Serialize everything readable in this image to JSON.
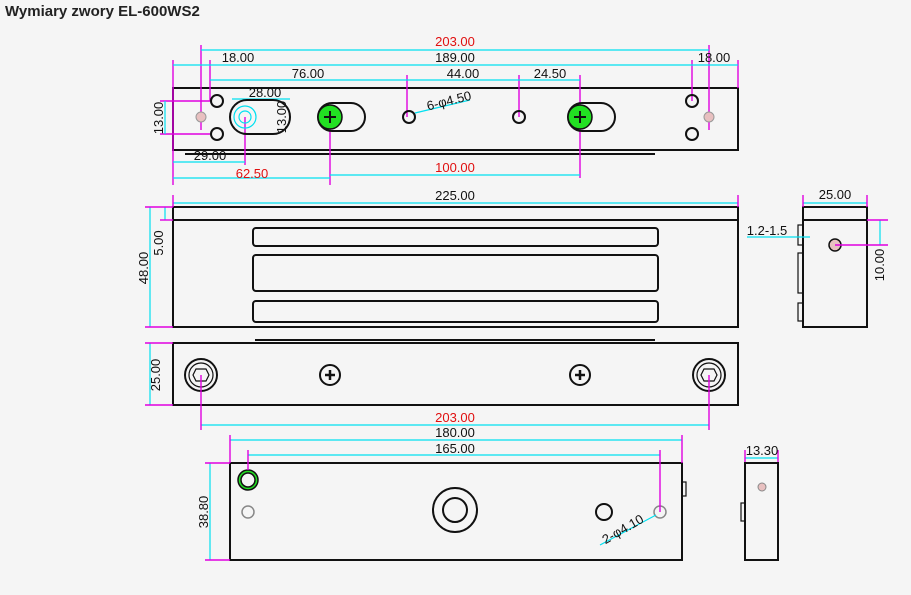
{
  "title": "Wymiary zwory EL-600WS2",
  "colors": {
    "dimension_line": "#00e0f0",
    "extension_line": "#e000e0",
    "highlight_text": "#e01010",
    "screw": "#22e022"
  },
  "top_view": {
    "d203": "203.00",
    "d18_left": "18.00",
    "d189": "189.00",
    "d18_right": "18.00",
    "d76": "76.00",
    "d44": "44.00",
    "d24_5": "24.50",
    "d28": "28.00",
    "d13_slot": "13.00",
    "d13": "13.00",
    "holes": "6-φ4.50",
    "d29": "29.00",
    "d62_5": "62.50",
    "d100": "100.00"
  },
  "front_view": {
    "d225": "225.00",
    "d48": "48.00",
    "d5": "5.00"
  },
  "side_view": {
    "d25": "25.00",
    "gap": "1.2-1.5",
    "d10": "10.00"
  },
  "bottom_view": {
    "d25": "25.00",
    "d203": "203.00"
  },
  "armature_view": {
    "d180": "180.00",
    "d165": "165.00",
    "d38_8": "38.80",
    "holes": "2-φ4.10",
    "side_d13_3": "13.30"
  }
}
